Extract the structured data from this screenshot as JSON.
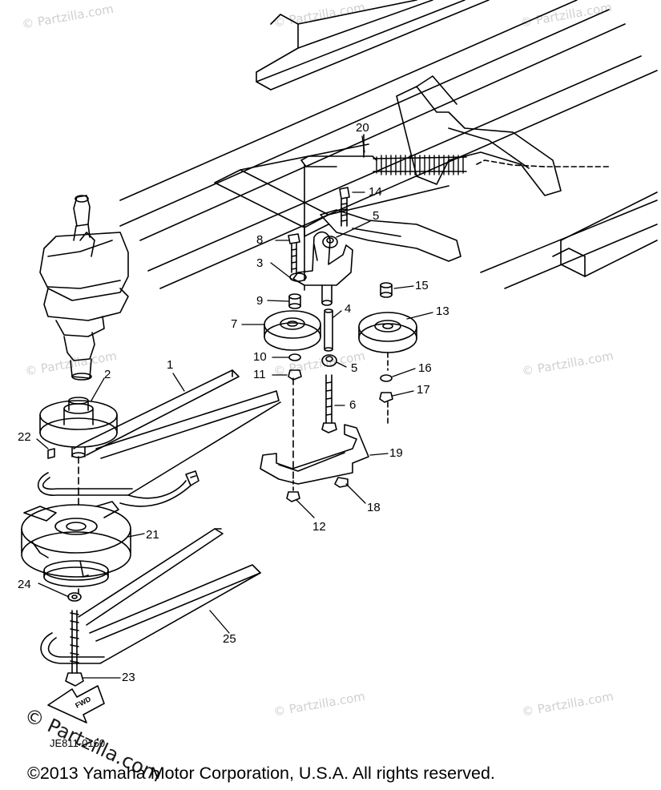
{
  "callouts": [
    {
      "id": "1",
      "text": "1"
    },
    {
      "id": "2",
      "text": "2"
    },
    {
      "id": "3",
      "text": "3"
    },
    {
      "id": "4",
      "text": "4"
    },
    {
      "id": "5a",
      "text": "5"
    },
    {
      "id": "5b",
      "text": "5"
    },
    {
      "id": "6",
      "text": "6"
    },
    {
      "id": "7",
      "text": "7"
    },
    {
      "id": "8",
      "text": "8"
    },
    {
      "id": "9",
      "text": "9"
    },
    {
      "id": "10",
      "text": "10"
    },
    {
      "id": "11",
      "text": "11"
    },
    {
      "id": "12",
      "text": "12"
    },
    {
      "id": "13",
      "text": "13"
    },
    {
      "id": "14",
      "text": "14"
    },
    {
      "id": "15",
      "text": "15"
    },
    {
      "id": "16",
      "text": "16"
    },
    {
      "id": "17",
      "text": "17"
    },
    {
      "id": "18",
      "text": "18"
    },
    {
      "id": "19",
      "text": "19"
    },
    {
      "id": "20",
      "text": "20"
    },
    {
      "id": "21",
      "text": "21"
    },
    {
      "id": "22",
      "text": "22"
    },
    {
      "id": "23",
      "text": "23"
    },
    {
      "id": "24",
      "text": "24"
    },
    {
      "id": "25",
      "text": "25"
    }
  ],
  "fwd_arrow_text": "FWD",
  "diagram_code": "JE811-0160",
  "watermark": "© Partzilla.com",
  "copyright": "©2013  Yamaha Motor Corporation, U.S.A. All rights reserved.",
  "colors": {
    "ink": "#000000",
    "watermark": "#cfcfcf",
    "background": "#ffffff"
  }
}
